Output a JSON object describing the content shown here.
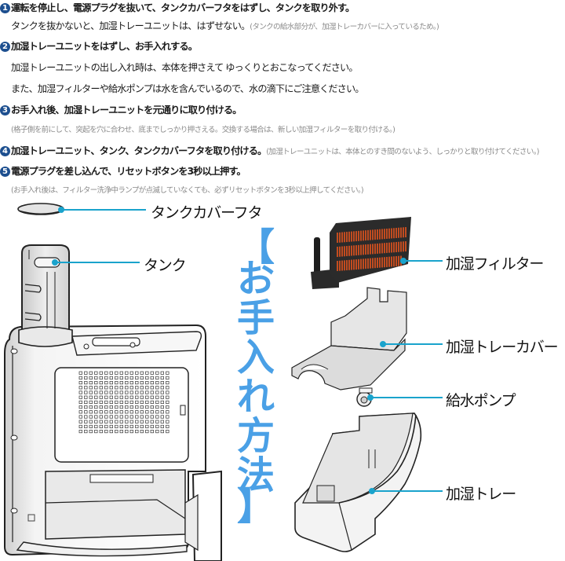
{
  "steps": [
    {
      "num": "1",
      "main": "運転を停止し、電源プラグを抜いて、タンクカバーフタをはずし、タンクを取り外す。",
      "note": ""
    },
    {
      "sub": true,
      "main": "タンクを抜かないと、加湿トレーユニットは、はずせない。",
      "note": "(タンクの給水部分が、加湿トレーカバーに入っているため。)"
    },
    {
      "num": "2",
      "main": "加湿トレーユニットをはずし、お手入れする。",
      "note": ""
    },
    {
      "sub": true,
      "main": "加湿トレーユニットの出し入れ時は、本体を押さえて ゆっくりとおこなってください。",
      "note": ""
    },
    {
      "sub": true,
      "main": "また、加湿フィルターや給水ポンプは水を含んでいるので、水の滴下にご注意ください。",
      "note": ""
    },
    {
      "num": "3",
      "main": "お手入れ後、加湿トレーユニットを元通りに取り付ける。",
      "note": ""
    },
    {
      "sub": true,
      "main": "",
      "note": "(格子側を前にして、突起を穴に合わせ、底までしっかり押さえる。交換する場合は、新しい加湿フィルターを取り付ける。)"
    },
    {
      "num": "4",
      "main": "加湿トレーユニット、タンク、タンクカバーフタを取り付ける。",
      "note": "(加湿トレーユニットは、本体とのすき間のないよう、しっかりと取り付けてください。)"
    },
    {
      "num": "5",
      "main": "電源プラグを差し込んで、リセットボタンを3秒以上押す。",
      "note": ""
    },
    {
      "sub": true,
      "main": "",
      "note": "(お手入れ後は、フィルター洗浄中ランプが点滅していなくても、必ずリセットボタンを3秒以上押してください。)"
    }
  ],
  "title_chars": [
    "【",
    "お",
    "手",
    "入",
    "れ",
    "方",
    "法",
    "】"
  ],
  "labels": {
    "tank_cover": "タンクカバーフタ",
    "tank": "タンク",
    "filter": "加湿フィルター",
    "tray_cover": "加湿トレーカバー",
    "pump": "給水ポンプ",
    "tray": "加湿トレー"
  },
  "colors": {
    "accent": "#4aa0e6",
    "leader": "#1aa3cc",
    "step_number": "#1d4f8f",
    "filter_orange": "#e8541e"
  }
}
